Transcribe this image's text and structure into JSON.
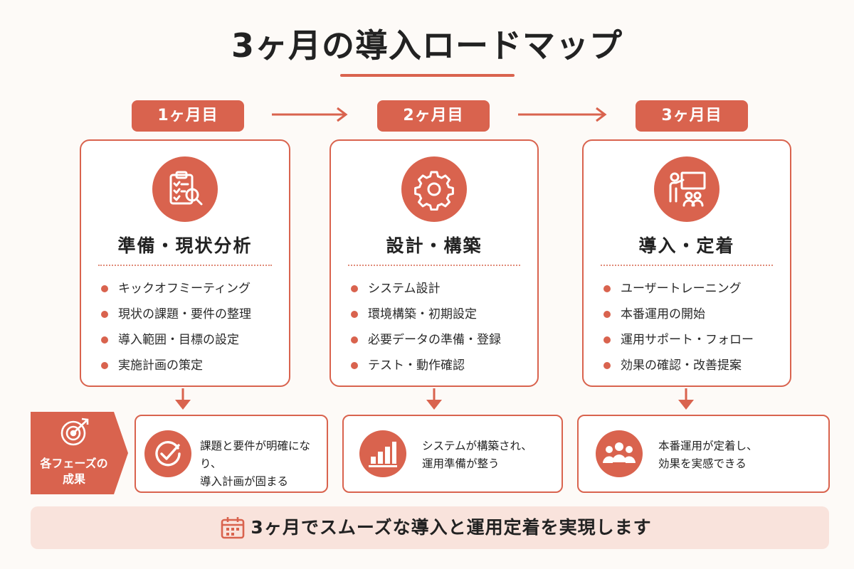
{
  "title": "3ヶ月の導入ロードマップ",
  "colors": {
    "accent": "#d9634e",
    "light_accent": "#f9e3dc",
    "background": "#fdfaf7"
  },
  "phases": [
    {
      "month": "1ヶ月目",
      "icon": "clipboard-search-icon",
      "title": "準備・現状分析",
      "tasks": [
        "キックオフミーティング",
        "現状の課題・要件の整理",
        "導入範囲・目標の設定",
        "実施計画の策定"
      ],
      "outcome_icon": "checkmark-circle-icon",
      "outcome": [
        "課題と要件が明確になり、",
        "導入計画が固まる"
      ]
    },
    {
      "month": "2ヶ月目",
      "icon": "gear-icon",
      "title": "設計・構築",
      "tasks": [
        "システム設計",
        "環境構築・初期設定",
        "必要データの準備・登録",
        "テスト・動作確認"
      ],
      "outcome_icon": "bar-chart-icon",
      "outcome": [
        "システムが構築され、",
        "運用準備が整う"
      ]
    },
    {
      "month": "3ヶ月目",
      "icon": "presentation-training-icon",
      "title": "導入・定着",
      "tasks": [
        "ユーザートレーニング",
        "本番運用の開始",
        "運用サポート・フォロー",
        "効果の確認・改善提案"
      ],
      "outcome_icon": "team-group-icon",
      "outcome": [
        "本番運用が定着し、",
        "効果を実感できる"
      ]
    }
  ],
  "outcome_label": {
    "icon": "target-icon",
    "line1": "各フェーズの",
    "line2": "成果"
  },
  "summary": {
    "icon": "calendar-icon",
    "text": "3ヶ月でスムーズな導入と運用定着を実現します"
  }
}
